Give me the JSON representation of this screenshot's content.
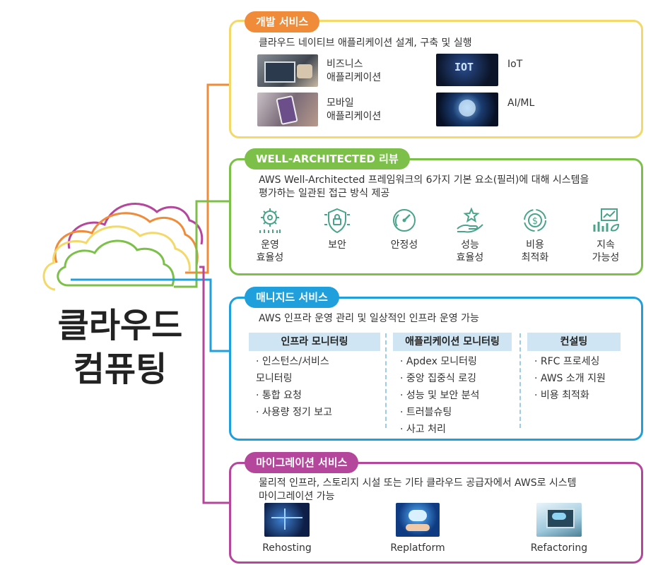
{
  "main_title": {
    "line1": "클라우드",
    "line2": "컴퓨팅"
  },
  "colors": {
    "dev": "#f08b3a",
    "dev_border": "#f2d96a",
    "well": "#7cc04a",
    "managed": "#1fa0dc",
    "migration": "#b4479c"
  },
  "dev": {
    "tag": "개발 서비스",
    "desc": "클라우드 네이티브 애플리케이션 설계, 구축 및 실행",
    "items": [
      {
        "label": "비즈니스\n애플리케이션",
        "icon": "business-app-photo"
      },
      {
        "label": "IoT",
        "icon": "iot-photo",
        "photo_text": "IOT"
      },
      {
        "label": "모바일\n애플리케이션",
        "icon": "mobile-app-photo"
      },
      {
        "label": "AI/ML",
        "icon": "ai-ml-photo"
      }
    ]
  },
  "well": {
    "tag": "WELL-ARCHITECTED 리뷰",
    "desc_line1": "AWS Well-Architected 프레임워크의 6가지 기본 요소(필러)에 대해 시스템을",
    "desc_line2": "평가하는 일관된 접근 방식 제공",
    "pillars": [
      {
        "label": "운영\n효율성",
        "icon": "gear-people-icon"
      },
      {
        "label": "보안",
        "icon": "shield-lock-icon"
      },
      {
        "label": "안정성",
        "icon": "speedometer-icon"
      },
      {
        "label": "성능\n효율성",
        "icon": "hand-star-icon"
      },
      {
        "label": "비용\n최적화",
        "icon": "dollar-cycle-icon"
      },
      {
        "label": "지속\n가능성",
        "icon": "sustainability-chart-icon"
      }
    ]
  },
  "managed": {
    "tag": "매니지드 서비스",
    "desc": "AWS 인프라 운영 관리 및 일상적인 인프라 운영 가능",
    "columns": [
      {
        "header": "인프라 모니터링",
        "items": [
          "· 인스턴스/서비스\n  모니터링",
          "· 통합 요청",
          "· 사용량 정기 보고"
        ]
      },
      {
        "header": "애플리케이션 모니터링",
        "items": [
          "· Apdex 모니터링",
          "· 중앙 집중식 로깅",
          "· 성능 및 보안 분석",
          "· 트러블슈팅",
          "· 사고 처리"
        ]
      },
      {
        "header": "컨설팅",
        "items": [
          "· RFC 프로세싱",
          "· AWS 소개 지원",
          "· 비용 최적화"
        ]
      }
    ]
  },
  "migration": {
    "tag": "마이그레이션 서비스",
    "desc_line1": "물리적 인프라, 스토리지 시설 또는 기타 클라우드 공급자에서 AWS로 시스템",
    "desc_line2": "마이그레이션 가능",
    "items": [
      {
        "label": "Rehosting",
        "icon": "rehosting-photo"
      },
      {
        "label": "Replatform",
        "icon": "replatform-photo"
      },
      {
        "label": "Refactoring",
        "icon": "refactoring-photo"
      }
    ]
  }
}
